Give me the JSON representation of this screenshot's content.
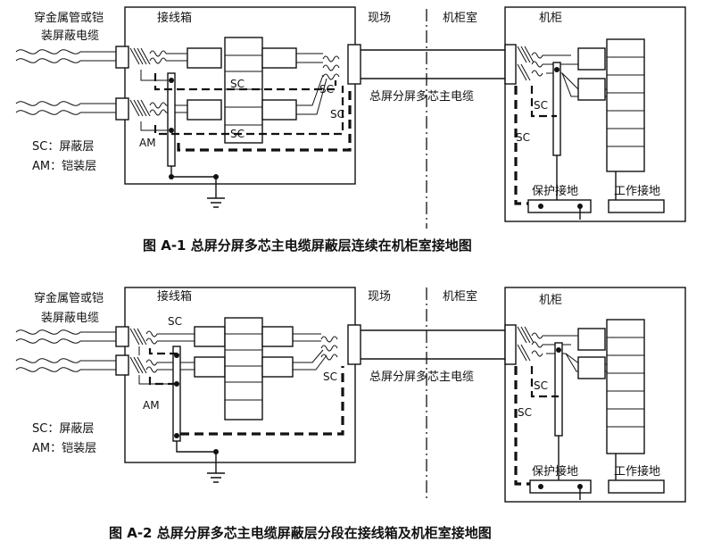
{
  "figure1": {
    "caption": "图 A-1   总屏分屏多芯主电缆屏蔽层连续在机柜室接地图",
    "label_conduit_line1": "穿金属管或铠",
    "label_conduit_line2": "装屏蔽电缆",
    "label_junction_box": "接线箱",
    "label_field": "现场",
    "label_control_room": "机柜室",
    "label_cabinet": "机柜",
    "label_main_cable": "总屏分屏多芯主电缆",
    "label_sc": "SC",
    "label_am": "AM",
    "legend_sc": "SC：屏蔽层",
    "legend_am": "AM：铠装层",
    "label_protective_ground": "保护接地",
    "label_working_ground": "工作接地"
  },
  "figure2": {
    "caption": "图 A-2   总屏分屏多芯主电缆屏蔽层分段在接线箱及机柜室接地图",
    "label_conduit_line1": "穿金属管或铠",
    "label_conduit_line2": "装屏蔽电缆",
    "label_junction_box": "接线箱",
    "label_field": "现场",
    "label_control_room": "机柜室",
    "label_cabinet": "机柜",
    "label_main_cable": "总屏分屏多芯主电缆",
    "label_sc": "SC",
    "label_am": "AM",
    "legend_sc": "SC：屏蔽层",
    "legend_am": "AM：铠装层",
    "label_protective_ground": "保护接地",
    "label_working_ground": "工作接地"
  }
}
